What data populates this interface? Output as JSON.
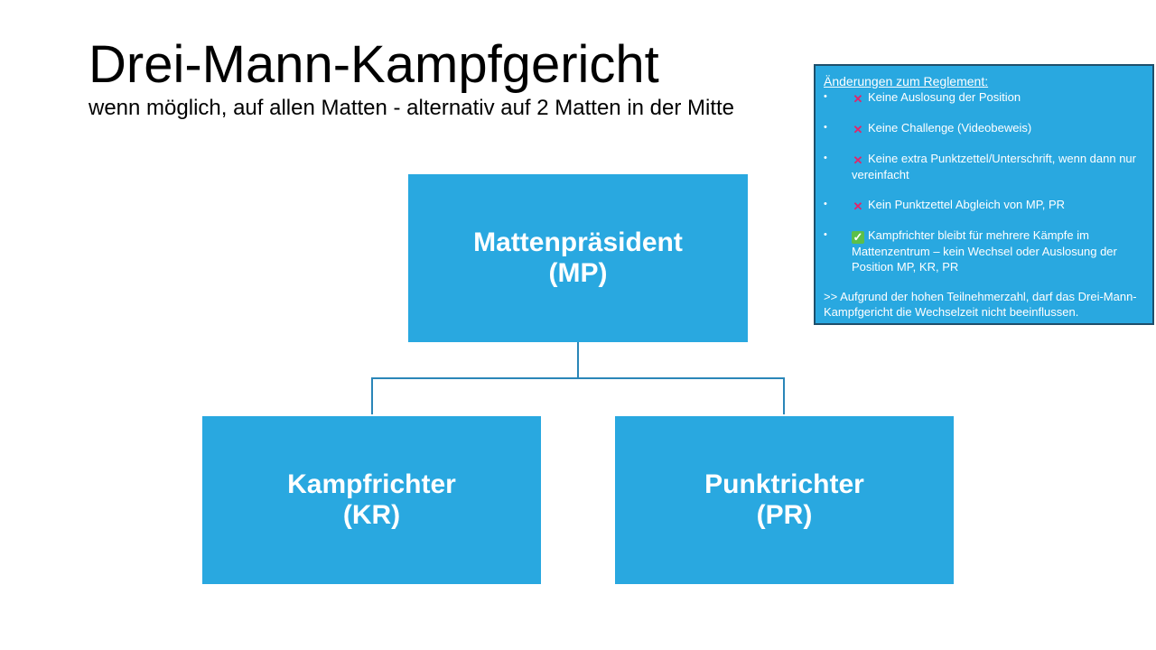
{
  "title": "Drei-Mann-Kampfgericht",
  "subtitle": "wenn möglich, auf allen Matten - alternativ auf 2 Matten in der Mitte",
  "colors": {
    "box": "#29A8E0",
    "connector": "#2A86B8",
    "notes_border": "#1E4F6B"
  },
  "org": {
    "top": {
      "line1": "Mattenpräsident",
      "line2": "(MP)"
    },
    "left": {
      "line1": "Kampfrichter",
      "line2": "(KR)"
    },
    "right": {
      "line1": "Punktrichter",
      "line2": "(PR)"
    }
  },
  "notes": {
    "heading": "Änderungen zum Reglement:",
    "items": [
      {
        "icon": "cross-mark-icon",
        "text": "Keine Auslosung der Position"
      },
      {
        "icon": "cross-mark-icon",
        "text": "Keine Challenge (Videobeweis)"
      },
      {
        "icon": "cross-mark-icon",
        "text": "Keine extra Punktzettel/Unterschrift, wenn dann nur vereinfacht"
      },
      {
        "icon": "cross-mark-icon",
        "text": "Kein Punktzettel Abgleich von MP, PR"
      },
      {
        "icon": "check-mark-icon",
        "text": "Kampfrichter bleibt für mehrere Kämpfe im Mattenzentrum – kein Wechsel oder Auslosung der Position MP, KR, PR"
      }
    ],
    "footer": ">> Aufgrund der hohen Teilnehmerzahl, darf das Drei-Mann-Kampfgericht die Wechselzeit nicht beeinflussen."
  }
}
